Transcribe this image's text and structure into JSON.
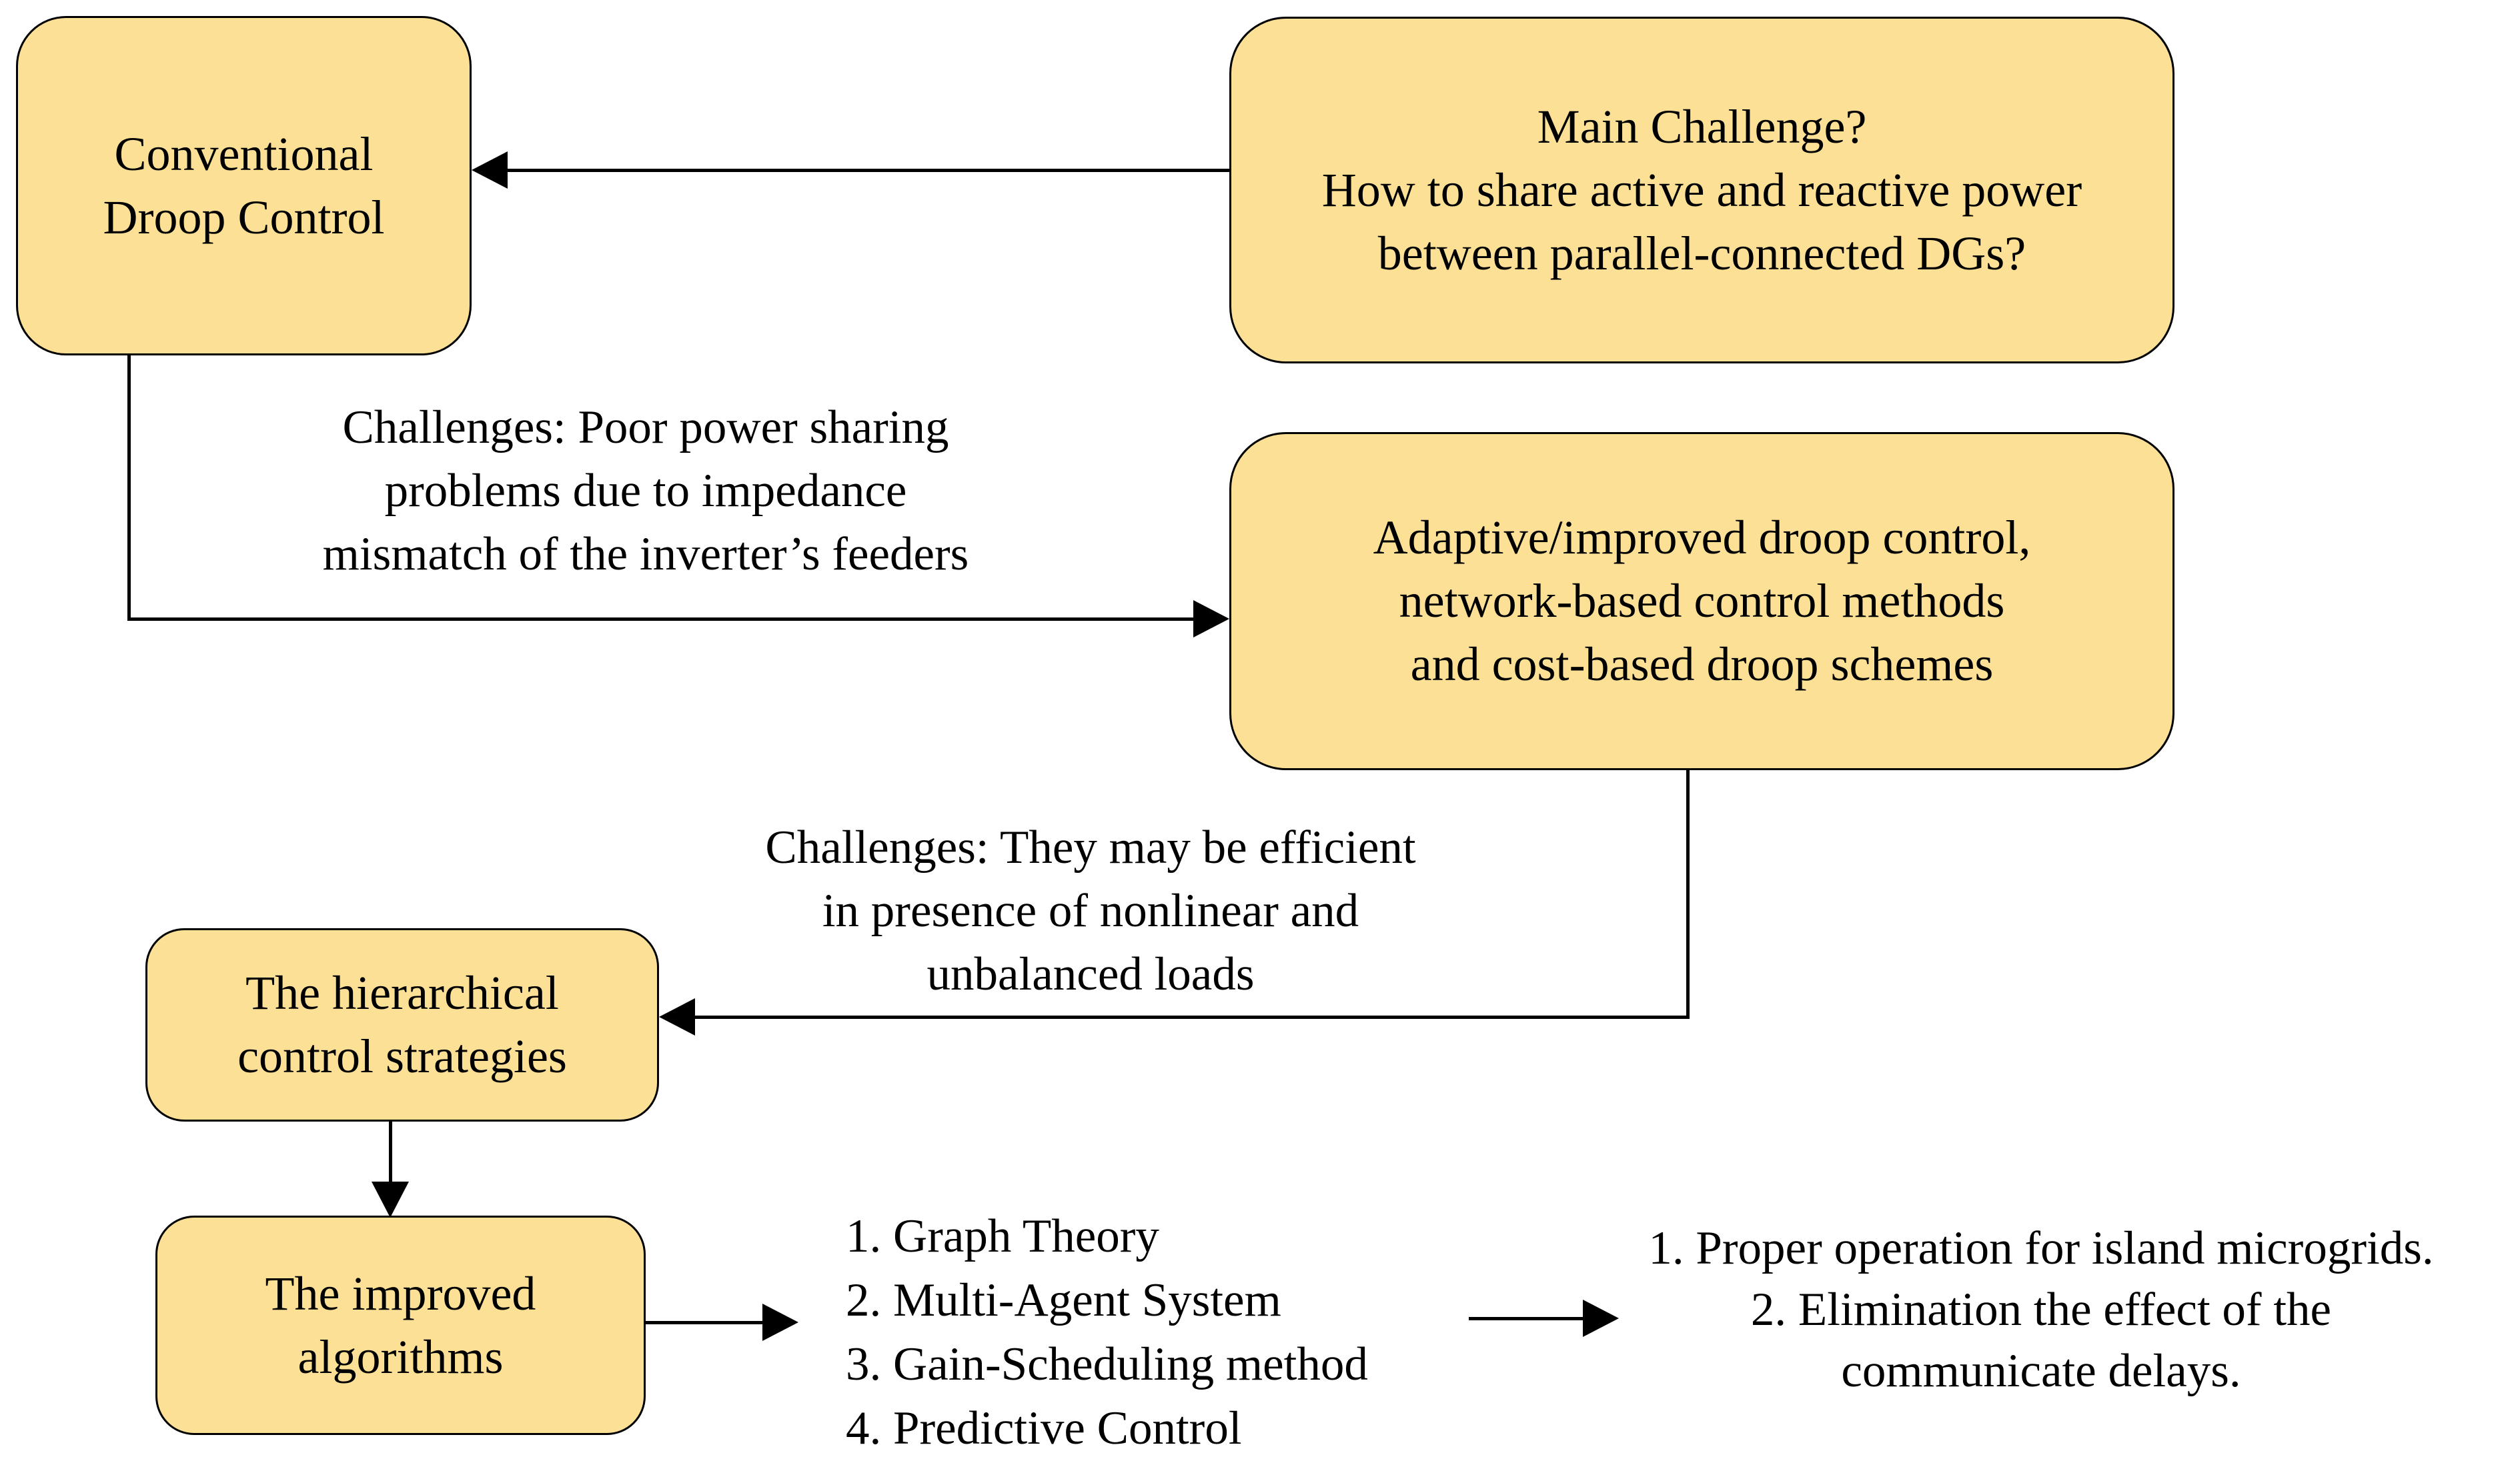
{
  "colors": {
    "background": "#FFFFFF",
    "box_fill": "#FCE096",
    "box_border": "#000000",
    "line": "#000000",
    "text": "#000000"
  },
  "boxes": {
    "conventional": {
      "text": "Conventional\nDroop Control"
    },
    "main_challenge": {
      "text": "Main Challenge?\nHow to share active and reactive power\nbetween parallel-connected DGs?"
    },
    "adaptive": {
      "text": "Adaptive/improved droop control,\nnetwork-based control methods\nand cost-based droop schemes"
    },
    "hierarchical": {
      "text": "The hierarchical\ncontrol strategies"
    },
    "improved": {
      "text": "The improved\nalgorithms"
    }
  },
  "annotations": {
    "challenge1": {
      "text": "Challenges: Poor power sharing\nproblems due to impedance\nmismatch of the inverter’s feeders"
    },
    "challenge2": {
      "text": "Challenges: They may be efficient\nin presence of nonlinear and\nunbalanced loads"
    }
  },
  "lists": {
    "algorithms": {
      "items": [
        "1. Graph Theory",
        "2. Multi-Agent System",
        "3. Gain-Scheduling method",
        "4. Predictive Control"
      ]
    },
    "outcomes": {
      "text": "1. Proper operation for island microgrids.\n2. Elimination the effect of the\ncommunicate delays."
    }
  }
}
